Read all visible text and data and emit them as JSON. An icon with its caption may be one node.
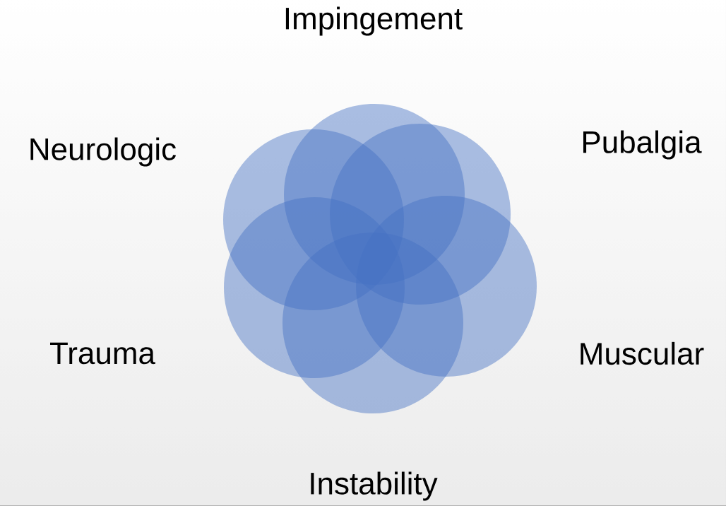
{
  "diagram": {
    "nodes": [
      {
        "text": [],
        "shape": "circle",
        "beside": [
          "Impingement"
        ]
      },
      {
        "text": [],
        "shape": "circle",
        "beside": [
          "Pubalgia"
        ]
      },
      {
        "text": [],
        "shape": "circle",
        "beside": [
          "Muscular"
        ]
      },
      {
        "text": [],
        "shape": "circle",
        "beside": [
          "Instability"
        ]
      },
      {
        "text": [],
        "shape": "circle",
        "beside": [
          "Trauma"
        ]
      },
      {
        "text": [],
        "shape": "circle",
        "beside": [
          "Neurologic"
        ]
      }
    ]
  }
}
